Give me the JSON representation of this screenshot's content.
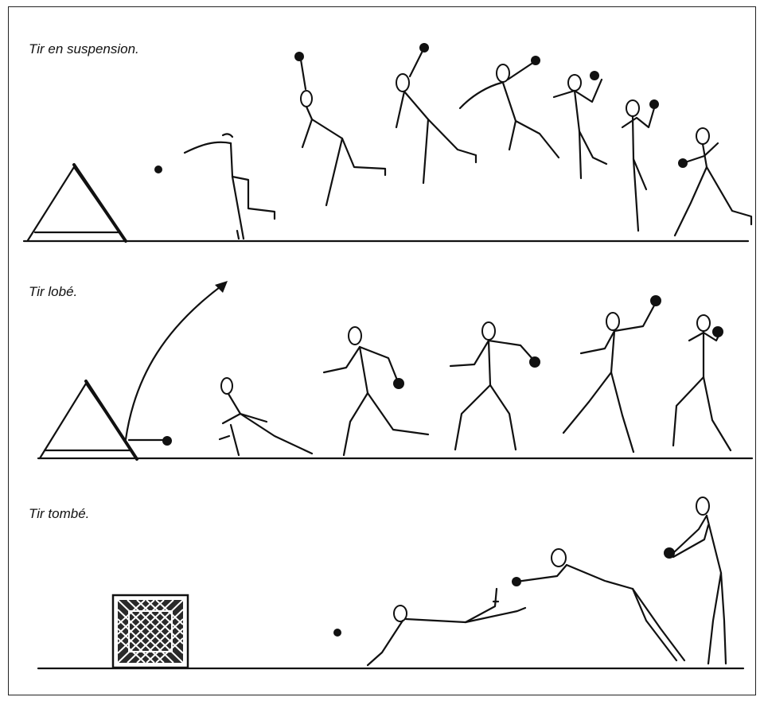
{
  "sections": [
    {
      "title": "Tir en suspension."
    },
    {
      "title": "Tir lobé."
    },
    {
      "title": "Tir tombé."
    }
  ],
  "colors": {
    "ink": "#111111",
    "background": "#ffffff"
  }
}
